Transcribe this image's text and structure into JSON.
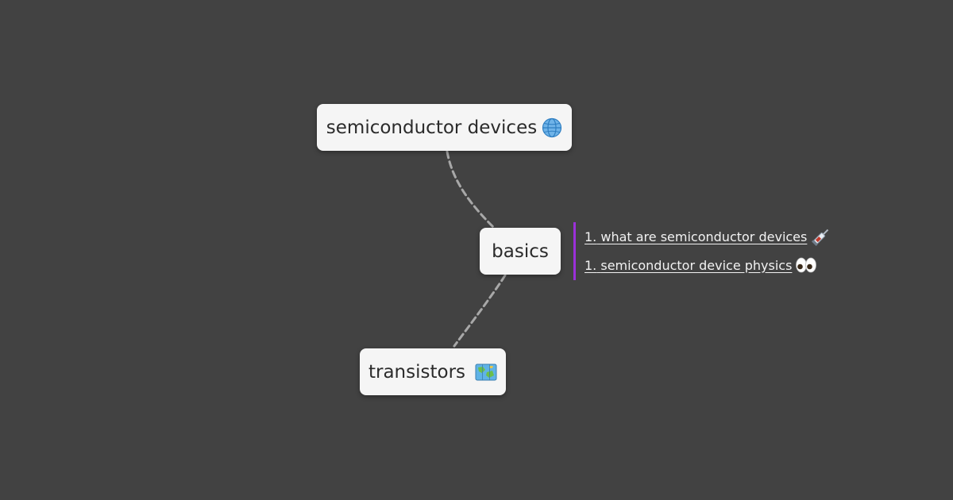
{
  "mindmap": {
    "background": "#424242",
    "node_fill": "#f5f5f5",
    "edge_color": "#a8a8a8",
    "accent_bar_color": "#9b30d9",
    "nodes": {
      "root": {
        "label": "semiconductor devices",
        "icon": "globe-icon"
      },
      "basics": {
        "label": "basics"
      },
      "transistors": {
        "label": "transistors",
        "icon": "map-icon"
      }
    },
    "links": [
      {
        "number": "1.",
        "text": "what are semiconductor devices",
        "icon": "syringe-icon"
      },
      {
        "number": "1.",
        "text": "semiconductor device physics",
        "icon": "eyes-icon"
      }
    ]
  }
}
